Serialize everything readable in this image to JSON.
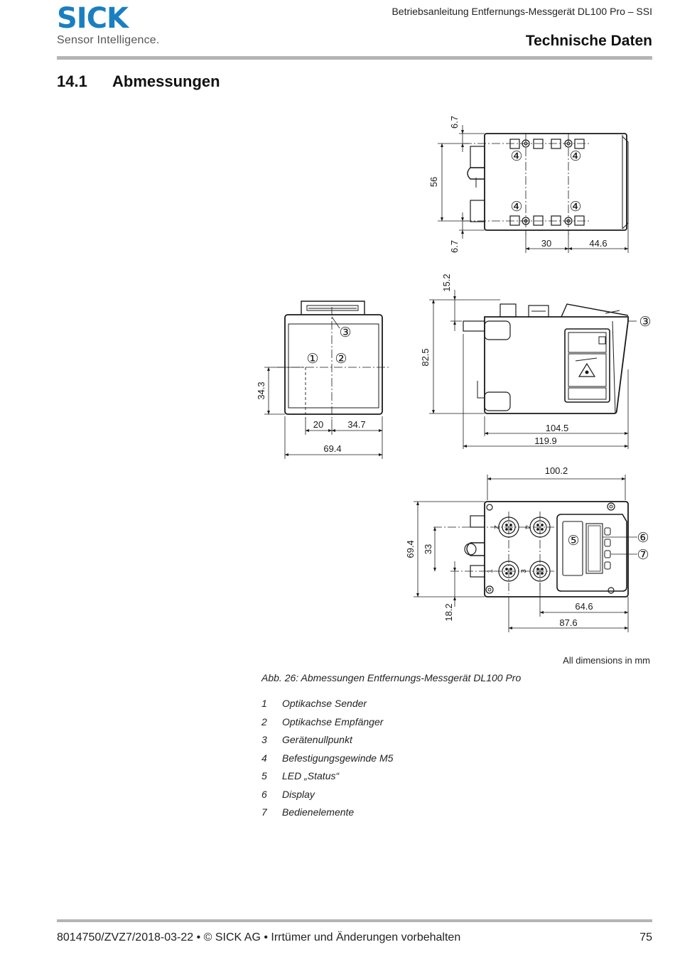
{
  "header": {
    "logo_word": "SICK",
    "logo_tagline": "Sensor Intelligence.",
    "document_title": "Betriebsanleitung Entfernungs-Messgerät DL100 Pro – SSI",
    "section_name": "Technische Daten"
  },
  "heading": {
    "number": "14.1",
    "title": "Abmessungen"
  },
  "drawing": {
    "dimensions": {
      "top_a": "6.7",
      "top_b": "56",
      "top_c": "6.7",
      "top_d": "30",
      "top_e": "44.6",
      "front_a": "34.3",
      "front_b": "20",
      "front_c": "34.7",
      "front_d": "69.4",
      "side_a": "15.2",
      "side_b": "82.5",
      "side_c": "104.5",
      "side_d": "119.9",
      "back_a": "100.2",
      "back_b": "69.4",
      "back_c": "33",
      "back_d": "18.2",
      "back_e": "64.6",
      "back_f": "87.6"
    },
    "markers": {
      "m1": "①",
      "m2": "②",
      "m3": "③",
      "m4": "④",
      "m5": "⑤",
      "m6": "⑥",
      "m7": "⑦"
    },
    "pins": {
      "p1": "1",
      "p2": "2",
      "p3": "3",
      "p4": "4"
    }
  },
  "units_note": "All dimensions in mm",
  "caption": "Abb. 26: Abmessungen Entfernungs-Messgerät DL100 Pro",
  "legend": [
    {
      "num": "1",
      "text": "Optikachse Sender"
    },
    {
      "num": "2",
      "text": "Optikachse Empfänger"
    },
    {
      "num": "3",
      "text": "Gerätenullpunkt"
    },
    {
      "num": "4",
      "text": "Befestigungsgewinde M5"
    },
    {
      "num": "5",
      "text": "LED „Status“"
    },
    {
      "num": "6",
      "text": "Display"
    },
    {
      "num": "7",
      "text": "Bedienelemente"
    }
  ],
  "footer": {
    "text": "8014750/ZVZ7/2018-03-22 • © SICK AG • Irrtümer und Änderungen vorbehalten",
    "page_number": "75"
  },
  "colors": {
    "brand_blue": "#1a7fc1",
    "rule_gray": "#b4b4b4"
  }
}
